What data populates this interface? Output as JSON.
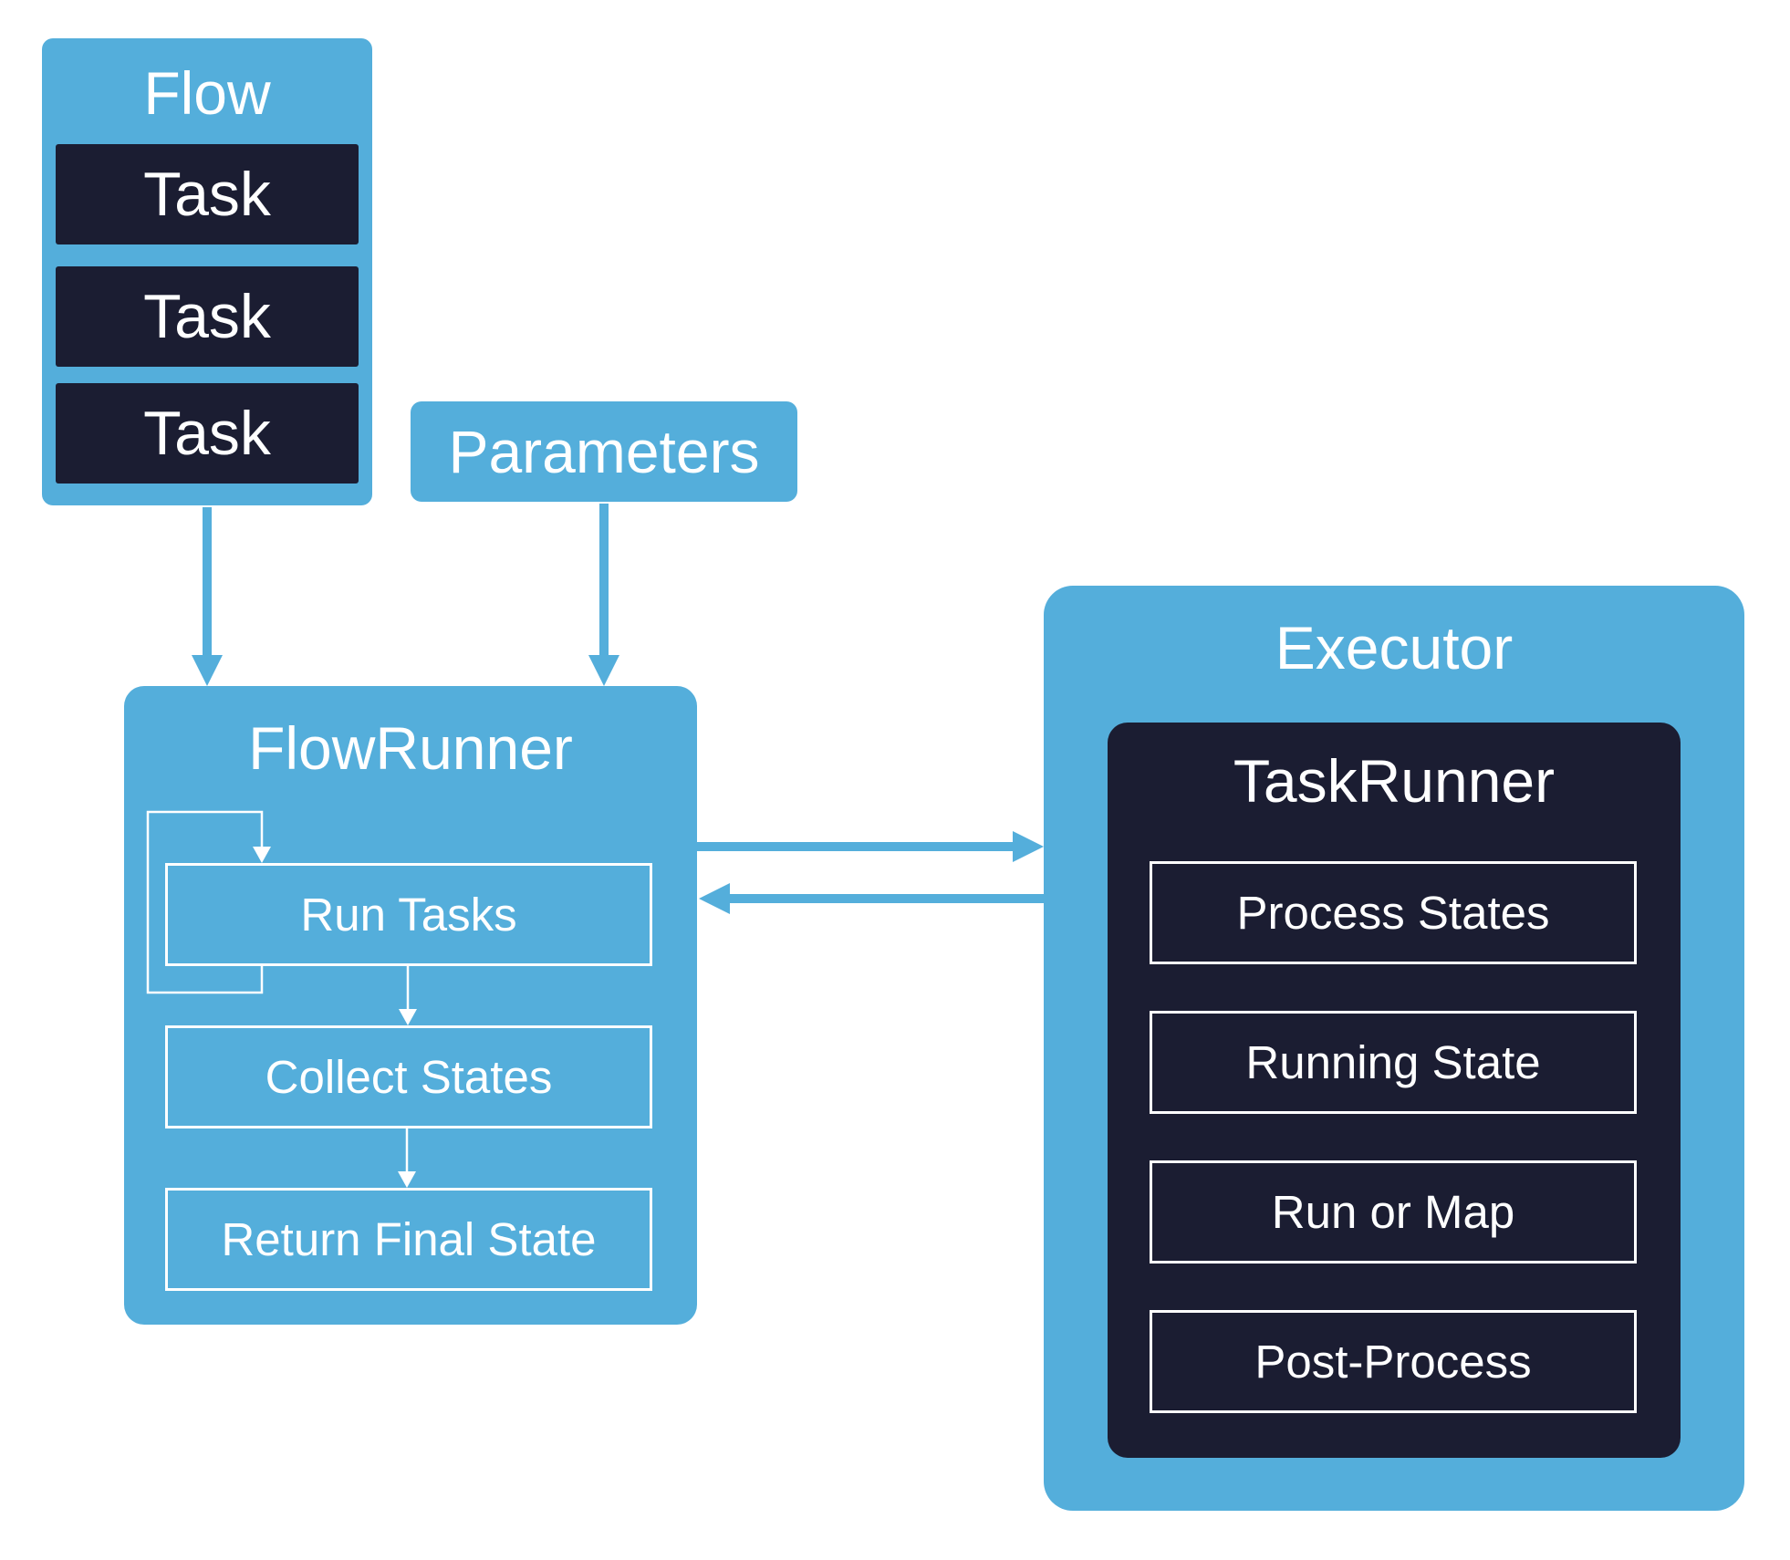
{
  "flow": {
    "title": "Flow",
    "tasks": [
      "Task",
      "Task",
      "Task"
    ]
  },
  "parameters": {
    "label": "Parameters"
  },
  "flowrunner": {
    "title": "FlowRunner",
    "steps": [
      "Run Tasks",
      "Collect States",
      "Return Final State"
    ]
  },
  "executor": {
    "title": "Executor",
    "taskrunner": {
      "title": "TaskRunner",
      "steps": [
        "Process States",
        "Running State",
        "Run or Map",
        "Post-Process"
      ]
    }
  },
  "colors": {
    "primary_blue": "#54aedb",
    "dark_navy": "#1b1d32",
    "text": "#ffffff"
  }
}
